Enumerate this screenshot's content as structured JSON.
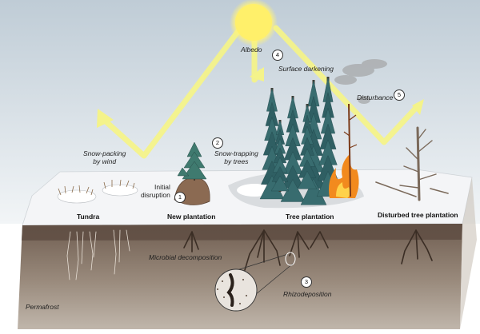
{
  "labels": {
    "albedo": "Albedo",
    "surface_darkening": "Surface darkening",
    "disturbance": "Disturbance",
    "snow_packing": "Snow-packing\nby wind",
    "snow_trapping": "Snow-trapping\nby trees",
    "initial_disruption": "Initial\ndisruption",
    "microbial_decomposition": "Microbial decomposition",
    "rhizodeposition": "Rhizodeposition",
    "permafrost": "Permafrost"
  },
  "zones": {
    "tundra": "Tundra",
    "new_plantation": "New plantation",
    "tree_plantation": "Tree plantation",
    "disturbed_tree_plantation": "Disturbed tree plantation"
  },
  "markers": {
    "m1": "1",
    "m2": "2",
    "m3": "3",
    "m4": "4",
    "m5": "5"
  },
  "colors": {
    "sky_top": "#bfccd6",
    "sky_bottom": "#eef2f5",
    "sun": "#fff27a",
    "light_arrow": "#f4f38a",
    "snow": "#f3f4f6",
    "soil_top": "#7a6758",
    "soil_bottom": "#b7ab9e",
    "tree": "#2f5f63",
    "fire": "#f28a1e",
    "smoke": "#a9abad"
  },
  "icons": [
    "sun-icon",
    "spruce-tree-icon",
    "fire-icon",
    "smoke-icon",
    "dead-tree-icon",
    "root-icon",
    "snow-shrub-icon"
  ]
}
